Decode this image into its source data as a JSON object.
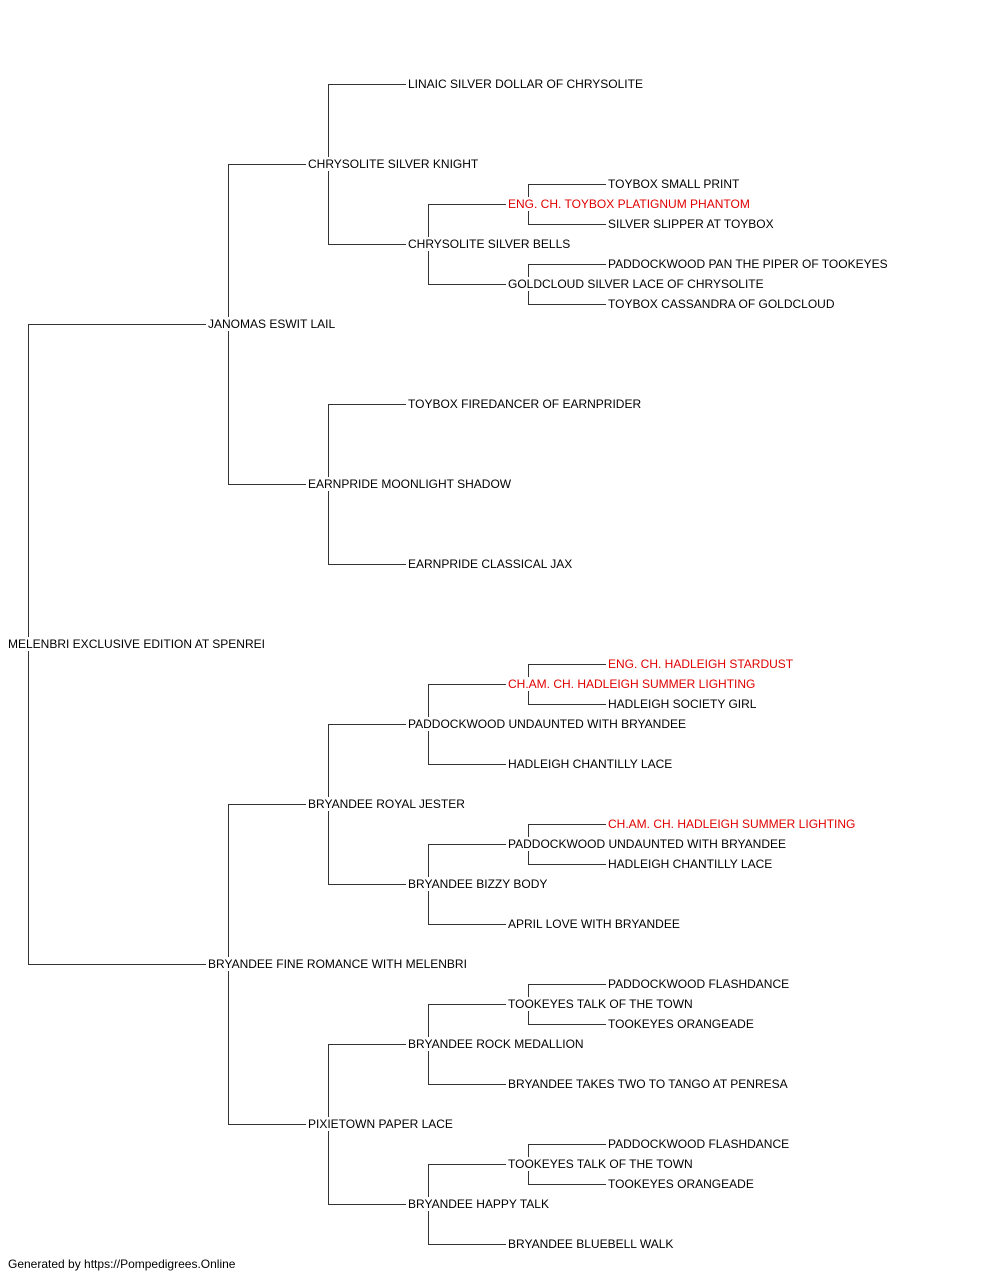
{
  "colors": {
    "line": "#333333",
    "text": "#000000",
    "champion": "#e00000"
  },
  "pedigree": {
    "name": "MELENBRI EXCLUSIVE EDITION AT SPENREI",
    "sire": {
      "name": "JANOMAS ESWIT LAIL",
      "sire": {
        "name": "CHRYSOLITE SILVER KNIGHT",
        "sire": {
          "name": "LINAIC SILVER DOLLAR OF CHRYSOLITE"
        },
        "dam": {
          "name": "CHRYSOLITE SILVER BELLS",
          "sire": {
            "name": "ENG. CH. TOYBOX PLATIGNUM PHANTOM",
            "champion": true,
            "sire": {
              "name": "TOYBOX SMALL PRINT"
            },
            "dam": {
              "name": "SILVER SLIPPER AT TOYBOX"
            }
          },
          "dam": {
            "name": "GOLDCLOUD SILVER LACE OF CHRYSOLITE",
            "sire": {
              "name": "PADDOCKWOOD PAN THE PIPER OF TOOKEYES"
            },
            "dam": {
              "name": "TOYBOX CASSANDRA OF GOLDCLOUD"
            }
          }
        }
      },
      "dam": {
        "name": "EARNPRIDE MOONLIGHT SHADOW",
        "sire": {
          "name": "TOYBOX FIREDANCER OF EARNPRIDER"
        },
        "dam": {
          "name": "EARNPRIDE CLASSICAL JAX"
        }
      }
    },
    "dam": {
      "name": "BRYANDEE FINE ROMANCE WITH MELENBRI",
      "sire": {
        "name": "BRYANDEE ROYAL JESTER",
        "sire": {
          "name": "PADDOCKWOOD UNDAUNTED WITH BRYANDEE",
          "sire": {
            "name": "CH.AM. CH. HADLEIGH SUMMER LIGHTING",
            "champion": true,
            "sire": {
              "name": "ENG. CH. HADLEIGH STARDUST",
              "champion": true
            },
            "dam": {
              "name": "HADLEIGH SOCIETY GIRL"
            }
          },
          "dam": {
            "name": "HADLEIGH CHANTILLY LACE"
          }
        },
        "dam": {
          "name": "BRYANDEE BIZZY BODY",
          "sire": {
            "name": "PADDOCKWOOD UNDAUNTED WITH BRYANDEE",
            "sire": {
              "name": "CH.AM. CH. HADLEIGH SUMMER LIGHTING",
              "champion": true
            },
            "dam": {
              "name": "HADLEIGH CHANTILLY LACE"
            }
          },
          "dam": {
            "name": "APRIL LOVE WITH BRYANDEE"
          }
        }
      },
      "dam": {
        "name": "PIXIETOWN PAPER LACE",
        "sire": {
          "name": "BRYANDEE ROCK MEDALLION",
          "sire": {
            "name": "TOOKEYES TALK OF THE TOWN",
            "sire": {
              "name": "PADDOCKWOOD FLASHDANCE"
            },
            "dam": {
              "name": "TOOKEYES ORANGEADE"
            }
          },
          "dam": {
            "name": "BRYANDEE TAKES TWO TO TANGO AT PENRESA"
          }
        },
        "dam": {
          "name": "BRYANDEE HAPPY TALK",
          "sire": {
            "name": "TOOKEYES TALK OF THE TOWN",
            "sire": {
              "name": "PADDOCKWOOD FLASHDANCE"
            },
            "dam": {
              "name": "TOOKEYES ORANGEADE"
            }
          },
          "dam": {
            "name": "BRYANDEE BLUEBELL WALK"
          }
        }
      }
    }
  },
  "footer": {
    "text": "Generated by https://Pompedigrees.Online"
  }
}
